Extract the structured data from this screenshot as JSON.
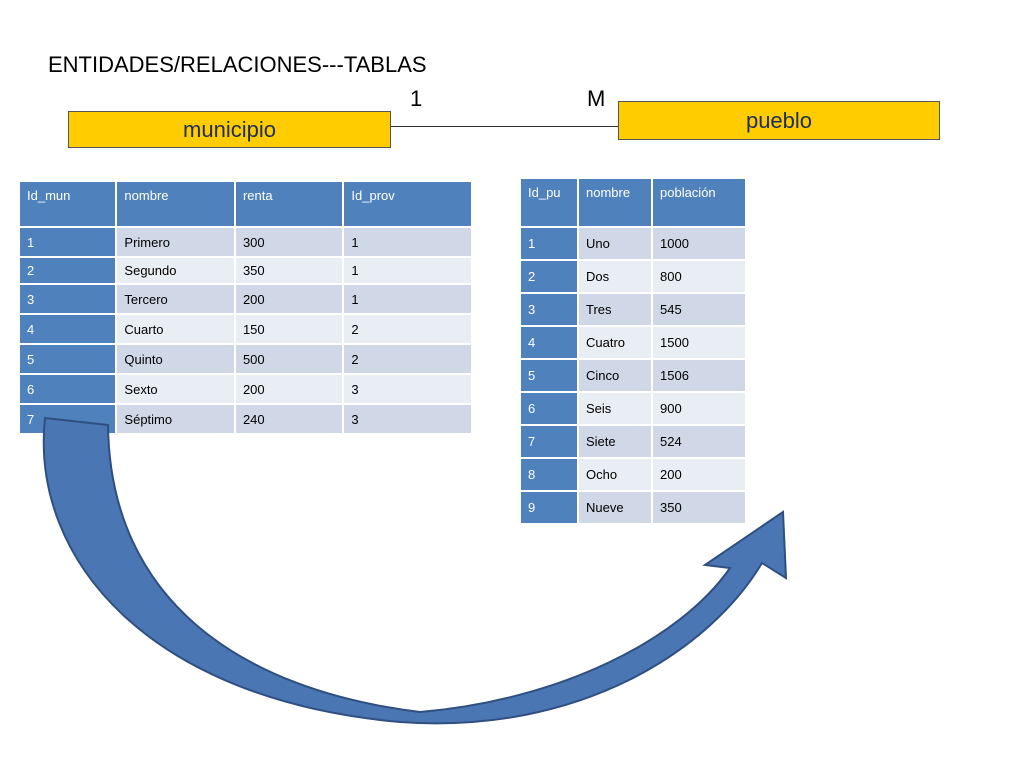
{
  "title": "ENTIDADES/RELACIONES---TABLAS",
  "relation": {
    "left_cardinality": "1",
    "right_cardinality": "M"
  },
  "entities": {
    "left": "municipio",
    "right": "pueblo"
  },
  "colors": {
    "entity_fill": "#ffcc00",
    "header_blue": "#4f81bd",
    "row_light": "#d0d8e8",
    "row_lighter": "#e9edf4",
    "arrow_fill": "#4a76b4",
    "arrow_stroke": "#2f4f80"
  },
  "municipio_table": {
    "headers": [
      "Id_mun",
      "nombre",
      "renta",
      "Id_prov"
    ],
    "rows": [
      [
        "1",
        "Primero",
        "300",
        "1"
      ],
      [
        "2",
        "Segundo",
        "350",
        "1"
      ],
      [
        "3",
        "Tercero",
        "200",
        "1"
      ],
      [
        "4",
        "Cuarto",
        "150",
        "2"
      ],
      [
        "5",
        "Quinto",
        "500",
        "2"
      ],
      [
        "6",
        "Sexto",
        "200",
        "3"
      ],
      [
        "7",
        "Séptimo",
        "240",
        "3"
      ]
    ]
  },
  "pueblo_table": {
    "headers": [
      "Id_pu",
      "nombre",
      "población"
    ],
    "rows": [
      [
        "1",
        "Uno",
        "1000"
      ],
      [
        "2",
        "Dos",
        "800"
      ],
      [
        "3",
        "Tres",
        "545"
      ],
      [
        "4",
        "Cuatro",
        "1500"
      ],
      [
        "5",
        "Cinco",
        "1506"
      ],
      [
        "6",
        "Seis",
        "900"
      ],
      [
        "7",
        "Siete",
        "524"
      ],
      [
        "8",
        "Ocho",
        "200"
      ],
      [
        "9",
        "Nueve",
        "350"
      ]
    ]
  }
}
